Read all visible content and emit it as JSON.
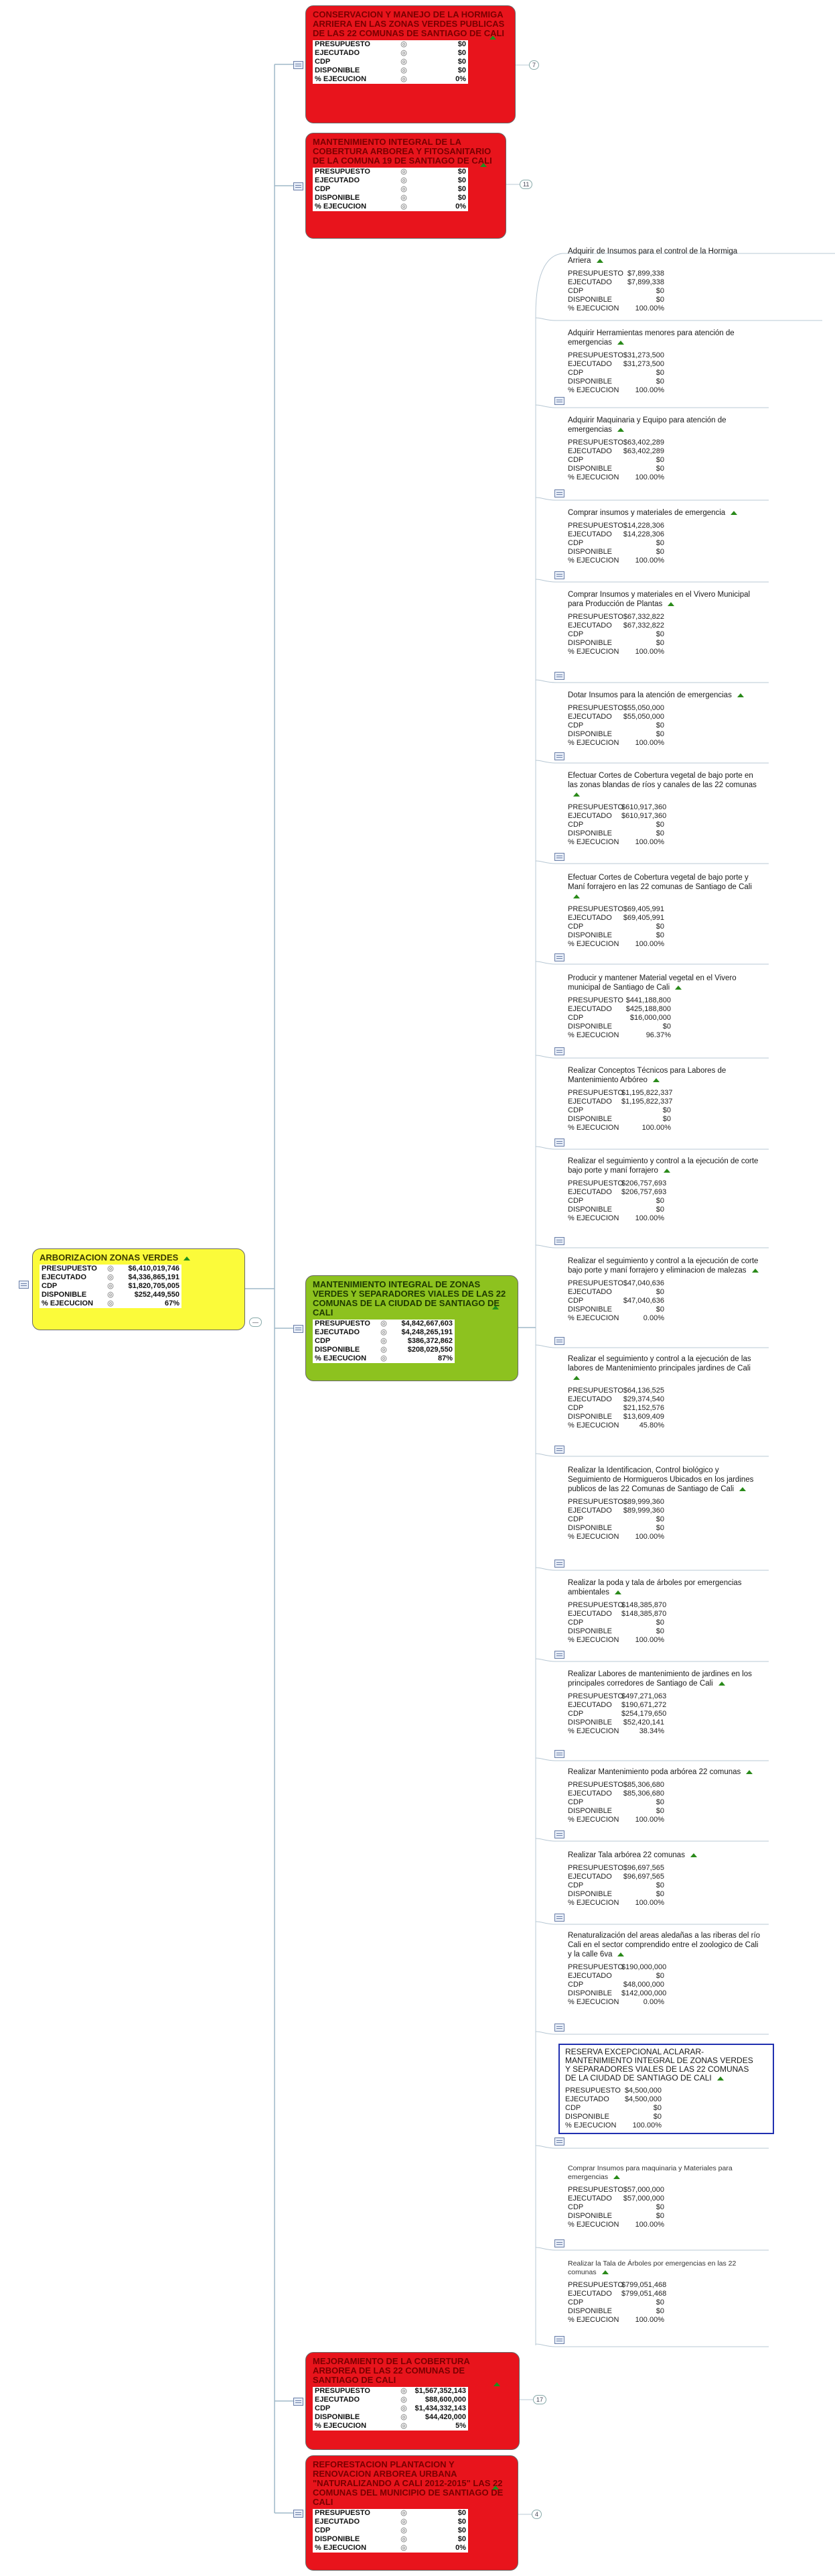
{
  "root": {
    "title": "ARBORIZACION ZONAS VERDES",
    "rows": [
      {
        "label": "PRESUPUESTO",
        "value": "$6,410,019,746"
      },
      {
        "label": "EJECUTADO",
        "value": "$4,336,865,191"
      },
      {
        "label": "CDP",
        "value": "$1,820,705,005"
      },
      {
        "label": "DISPONIBLE",
        "value": "$252,449,550"
      },
      {
        "label": "% EJECUCION",
        "value": "67%"
      }
    ],
    "colors": {
      "fill": "#fbfb3a"
    }
  },
  "branches": [
    {
      "title": "CONSERVACION Y MANEJO DE LA HORMIGA ARRIERA EN LAS ZONAS VERDES PUBLICAS DE LAS 22 COMUNAS DE SANTIAGO DE CALI",
      "count": "7",
      "rows": [
        {
          "label": "PRESUPUESTO",
          "value": "$0"
        },
        {
          "label": "EJECUTADO",
          "value": "$0"
        },
        {
          "label": "CDP",
          "value": "$0"
        },
        {
          "label": "DISPONIBLE",
          "value": "$0"
        },
        {
          "label": "% EJECUCION",
          "value": "0%"
        }
      ]
    },
    {
      "title": "MANTENIMIENTO INTEGRAL DE LA COBERTURA ARBOREA Y FITOSANITARIO DE LA COMUNA 19 DE SANTIAGO DE CALI",
      "count": "11",
      "rows": [
        {
          "label": "PRESUPUESTO",
          "value": "$0"
        },
        {
          "label": "EJECUTADO",
          "value": "$0"
        },
        {
          "label": "CDP",
          "value": "$0"
        },
        {
          "label": "DISPONIBLE",
          "value": "$0"
        },
        {
          "label": "% EJECUCION",
          "value": "0%"
        }
      ]
    },
    {
      "title": "MANTENIMIENTO INTEGRAL DE ZONAS VERDES Y SEPARADORES VIALES DE LAS 22 COMUNAS DE LA CIUDAD DE SANTIAGO DE CALI",
      "rows": [
        {
          "label": "PRESUPUESTO",
          "value": "$4,842,667,603"
        },
        {
          "label": "EJECUTADO",
          "value": "$4,248,265,191"
        },
        {
          "label": "CDP",
          "value": "$386,372,862"
        },
        {
          "label": "DISPONIBLE",
          "value": "$208,029,550"
        },
        {
          "label": "% EJECUCION",
          "value": "87%"
        }
      ]
    },
    {
      "title": "MEJORAMIENTO DE LA COBERTURA ARBOREA DE LAS 22 COMUNAS DE SANTIAGO DE CALI",
      "count": "17",
      "rows": [
        {
          "label": "PRESUPUESTO",
          "value": "$1,567,352,143"
        },
        {
          "label": "EJECUTADO",
          "value": "$88,600,000"
        },
        {
          "label": "CDP",
          "value": "$1,434,332,143"
        },
        {
          "label": "DISPONIBLE",
          "value": "$44,420,000"
        },
        {
          "label": "% EJECUCION",
          "value": "5%"
        }
      ]
    },
    {
      "title": "REFORESTACION PLANTACION Y RENOVACION ARBOREA URBANA \"NATURALIZANDO A CALI 2012-2015\" LAS 22 COMUNAS DEL MUNICIPIO DE SANTIAGO DE CALI",
      "count": "4",
      "rows": [
        {
          "label": "PRESUPUESTO",
          "value": "$0"
        },
        {
          "label": "EJECUTADO",
          "value": "$0"
        },
        {
          "label": "CDP",
          "value": "$0"
        },
        {
          "label": "DISPONIBLE",
          "value": "$0"
        },
        {
          "label": "% EJECUCION",
          "value": "0%"
        }
      ]
    }
  ],
  "leaf_labels": [
    "PRESUPUESTO",
    "EJECUTADO",
    "CDP",
    "DISPONIBLE",
    "% EJECUCION"
  ],
  "leaves": [
    {
      "title": "Adquirir  de  Insumos para el control de la  Hormiga Arriera",
      "values": [
        "$7,899,338",
        "$7,899,338",
        "$0",
        "$0",
        "100.00%"
      ]
    },
    {
      "title": "Adquirir Herramientas menores para atención de emergencias",
      "values": [
        "$31,273,500",
        "$31,273,500",
        "$0",
        "$0",
        "100.00%"
      ]
    },
    {
      "title": "Adquirir Maquinaria y Equipo para atención de emergencias",
      "values": [
        "$63,402,289",
        "$63,402,289",
        "$0",
        "$0",
        "100.00%"
      ]
    },
    {
      "title": "Comprar insumos y materiales de emergencia",
      "values": [
        "$14,228,306",
        "$14,228,306",
        "$0",
        "$0",
        "100.00%"
      ]
    },
    {
      "title": "Comprar Insumos y materiales en el Vivero Municipal para Producción de Plantas",
      "values": [
        "$67,332,822",
        "$67,332,822",
        "$0",
        "$0",
        "100.00%"
      ]
    },
    {
      "title": "Dotar Insumos  para la atención de emergencias",
      "values": [
        "$55,050,000",
        "$55,050,000",
        "$0",
        "$0",
        "100.00%"
      ]
    },
    {
      "title": "Efectuar Cortes de Cobertura vegetal de bajo porte en las zonas blandas de ríos y canales de las 22 comunas",
      "values": [
        "$610,917,360",
        "$610,917,360",
        "$0",
        "$0",
        "100.00%"
      ]
    },
    {
      "title": "Efectuar Cortes de Cobertura vegetal de bajo porte y Maní forrajero en las 22 comunas de Santiago de Cali",
      "values": [
        "$69,405,991",
        "$69,405,991",
        "$0",
        "$0",
        "100.00%"
      ]
    },
    {
      "title": "Producir y mantener Material vegetal en el Vivero municipal de Santiago de Cali",
      "values": [
        "$441,188,800",
        "$425,188,800",
        "$16,000,000",
        "$0",
        "96.37%"
      ]
    },
    {
      "title": "Realizar Conceptos Técnicos para Labores de Mantenimiento Arbóreo",
      "values": [
        "$1,195,822,337",
        "$1,195,822,337",
        "$0",
        "$0",
        "100.00%"
      ]
    },
    {
      "title": "Realizar el seguimiento y control a la ejecución de corte bajo porte y maní forrajero",
      "values": [
        "$206,757,693",
        "$206,757,693",
        "$0",
        "$0",
        "100.00%"
      ]
    },
    {
      "title": "Realizar el seguimiento y control a la ejecución de corte bajo porte y maní forrajero y eliminacion de malezas",
      "values": [
        "$47,040,636",
        "$0",
        "$47,040,636",
        "$0",
        "0.00%"
      ]
    },
    {
      "title": "Realizar el seguimiento y control a la ejecución de las  labores de Mantenimiento principales jardines de Cali",
      "values": [
        "$64,136,525",
        "$29,374,540",
        "$21,152,576",
        "$13,609,409",
        "45.80%"
      ]
    },
    {
      "title": "Realizar la Identificacion, Control biológico  y Seguimiento de Hormigueros Ubicados en los jardines publicos de las 22 Comunas de Santiago de Cali",
      "values": [
        "$89,999,360",
        "$89,999,360",
        "$0",
        "$0",
        "100.00%"
      ]
    },
    {
      "title": "Realizar la poda y tala de árboles por emergencias ambientales",
      "values": [
        "$148,385,870",
        "$148,385,870",
        "$0",
        "$0",
        "100.00%"
      ]
    },
    {
      "title": "Realizar Labores de mantenimiento de jardines en los principales corredores de Santiago de Cali",
      "values": [
        "$497,271,063",
        "$190,671,272",
        "$254,179,650",
        "$52,420,141",
        "38.34%"
      ]
    },
    {
      "title": "Realizar Mantenimiento poda arbórea 22 comunas",
      "values": [
        "$85,306,680",
        "$85,306,680",
        "$0",
        "$0",
        "100.00%"
      ]
    },
    {
      "title": "Realizar Tala arbórea 22 comunas",
      "values": [
        "$96,697,565",
        "$96,697,565",
        "$0",
        "$0",
        "100.00%"
      ]
    },
    {
      "title": "Renaturalización del areas aledañas a las riberas del río Cali en el sector comprendido entre el zoologico de Cali y la calle 6va",
      "values": [
        "$190,000,000",
        "$0",
        "$48,000,000",
        "$142,000,000",
        "0.00%"
      ]
    },
    {
      "title": "RESERVA EXCEPCIONAL ACLARAR-MANTENIMIENTO INTEGRAL DE ZONAS VERDES Y SEPARADORES VIALES DE LAS 22 COMUNAS DE LA CIUDAD DE SANTIAGO DE CALI",
      "values": [
        "$4,500,000",
        "$4,500,000",
        "$0",
        "$0",
        "100.00%"
      ]
    },
    {
      "title": "Comprar Insumos para maquinaria  y Materiales para emergencias",
      "values": [
        "$57,000,000",
        "$57,000,000",
        "$0",
        "$0",
        "100.00%"
      ]
    },
    {
      "title": "Realizar la Tala de Árboles por  emergencias en las 22 comunas",
      "values": [
        "$799,051,468",
        "$799,051,468",
        "$0",
        "$0",
        "100.00%"
      ]
    }
  ]
}
